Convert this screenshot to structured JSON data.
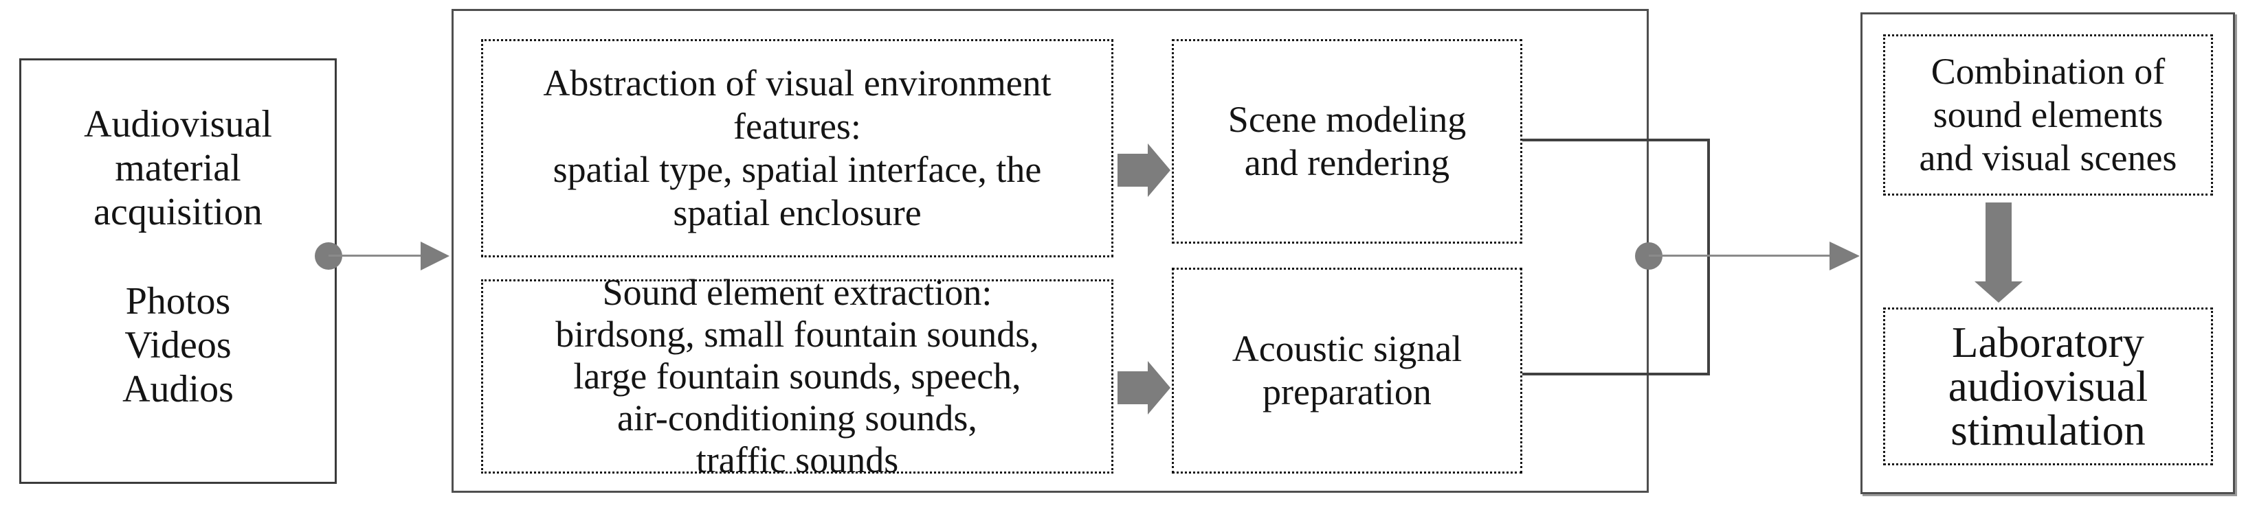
{
  "figure": {
    "type": "flow-diagram",
    "description": "Audiovisual laboratory stimulation preparation workflow"
  },
  "left_box": {
    "title_lines": [
      "Audiovisual",
      "material",
      "acquisition"
    ],
    "items": [
      "Photos",
      "Videos",
      "Audios"
    ]
  },
  "process_box": {
    "visual_abstraction": {
      "lines": [
        "Abstraction of visual environment",
        "features:",
        "spatial type, spatial interface, the",
        "spatial enclosure"
      ]
    },
    "sound_extraction": {
      "lines": [
        "Sound element extraction:",
        "birdsong, small fountain sounds,",
        "large fountain sounds, speech,",
        "air-conditioning sounds,",
        "traffic sounds"
      ]
    },
    "scene_modeling": {
      "lines": [
        "Scene modeling",
        "and rendering"
      ]
    },
    "acoustic_preparation": {
      "lines": [
        "Acoustic signal",
        "preparation"
      ]
    }
  },
  "output_box": {
    "combination": {
      "lines": [
        "Combination of",
        "sound elements",
        "and visual scenes"
      ]
    },
    "laboratory": {
      "lines": [
        "Laboratory",
        "audiovisual",
        "stimulation"
      ]
    }
  },
  "colors": {
    "arrow_gray": "#7d7d7d",
    "line_gray": "#8a8a8a",
    "connector_dark": "#414141",
    "border_dark": "#3b3b3b",
    "border_gray": "#4f4f4f",
    "text": "#141414",
    "background": "#ffffff"
  }
}
